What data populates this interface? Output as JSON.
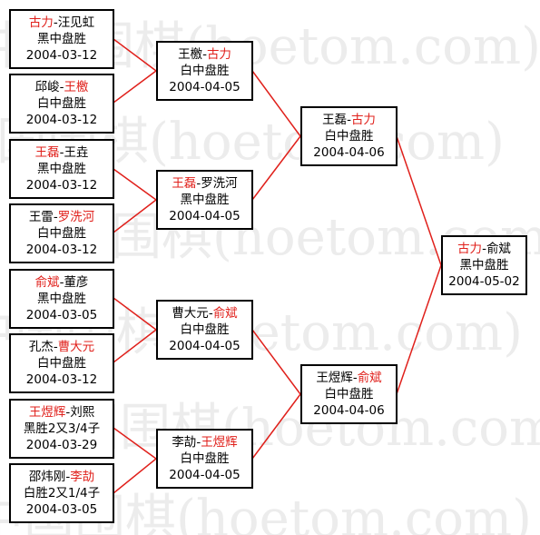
{
  "watermark": {
    "text": "中国围棋(hoetom.com)",
    "color": "#ececec"
  },
  "colors": {
    "winner": "#e0201b",
    "line": "#e0201b",
    "border": "#000000"
  },
  "rounds": [
    {
      "matches": [
        {
          "p1": "古力",
          "p2": "汪见虹",
          "winner": 1,
          "result": "黑中盘胜",
          "date": "2004-03-12"
        },
        {
          "p1": "邱峻",
          "p2": "王檄",
          "winner": 2,
          "result": "白中盘胜",
          "date": "2004-03-12"
        },
        {
          "p1": "王磊",
          "p2": "王垚",
          "winner": 1,
          "result": "黑中盘胜",
          "date": "2004-03-12"
        },
        {
          "p1": "王雷",
          "p2": "罗洗河",
          "winner": 2,
          "result": "白中盘胜",
          "date": "2004-03-12"
        },
        {
          "p1": "俞斌",
          "p2": "董彦",
          "winner": 1,
          "result": "黑中盘胜",
          "date": "2004-03-05"
        },
        {
          "p1": "孔杰",
          "p2": "曹大元",
          "winner": 2,
          "result": "白中盘胜",
          "date": "2004-03-12"
        },
        {
          "p1": "王煜辉",
          "p2": "刘熙",
          "winner": 1,
          "result": "黑胜2又3/4子",
          "date": "2004-03-29"
        },
        {
          "p1": "邵炜刚",
          "p2": "李劼",
          "winner": 2,
          "result": "白胜2又1/4子",
          "date": "2004-03-05"
        }
      ]
    },
    {
      "matches": [
        {
          "p1": "王檄",
          "p2": "古力",
          "winner": 2,
          "result": "白中盘胜",
          "date": "2004-04-05"
        },
        {
          "p1": "王磊",
          "p2": "罗洗河",
          "winner": 1,
          "result": "黑中盘胜",
          "date": "2004-04-05"
        },
        {
          "p1": "曹大元",
          "p2": "俞斌",
          "winner": 2,
          "result": "白中盘胜",
          "date": "2004-04-05"
        },
        {
          "p1": "李劼",
          "p2": "王煜辉",
          "winner": 2,
          "result": "白中盘胜",
          "date": "2004-04-05"
        }
      ]
    },
    {
      "matches": [
        {
          "p1": "王磊",
          "p2": "古力",
          "winner": 2,
          "result": "白中盘胜",
          "date": "2004-04-06"
        },
        {
          "p1": "王煜辉",
          "p2": "俞斌",
          "winner": 2,
          "result": "白中盘胜",
          "date": "2004-04-06"
        }
      ]
    },
    {
      "matches": [
        {
          "p1": "古力",
          "p2": "俞斌",
          "winner": 1,
          "result": "黑中盘胜",
          "date": "2004-05-02"
        }
      ]
    }
  ]
}
